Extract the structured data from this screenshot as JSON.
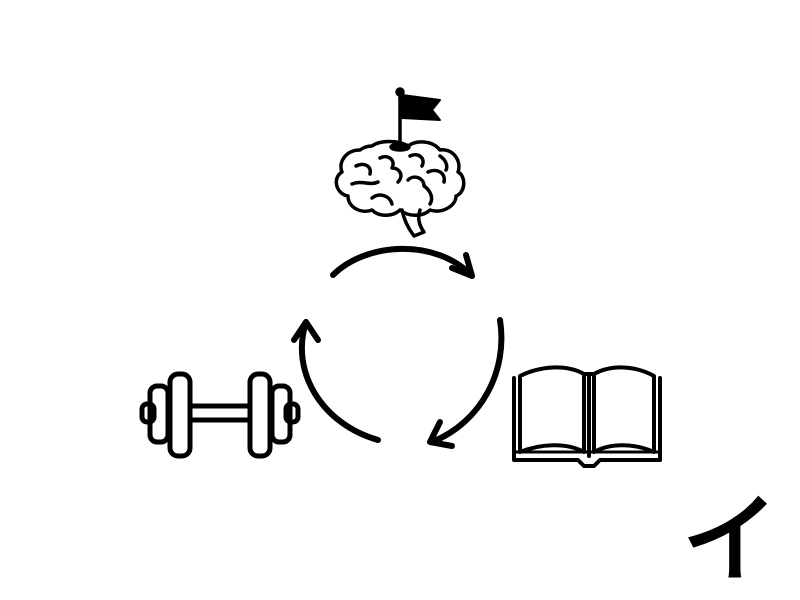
{
  "diagram": {
    "type": "cycle",
    "nodes": [
      {
        "id": "mind",
        "icon": "brain-with-flag-icon"
      },
      {
        "id": "study",
        "icon": "open-book-icon"
      },
      {
        "id": "exercise",
        "icon": "dumbbell-icon"
      }
    ],
    "arrows": [
      {
        "from": "mind",
        "to": "study",
        "direction": "clockwise"
      },
      {
        "from": "study",
        "to": "exercise",
        "direction": "clockwise"
      },
      {
        "from": "exercise",
        "to": "mind",
        "direction": "clockwise"
      }
    ]
  },
  "corner_mark": {
    "text": "イ"
  },
  "colors": {
    "stroke": "#000000",
    "background": "#ffffff"
  }
}
